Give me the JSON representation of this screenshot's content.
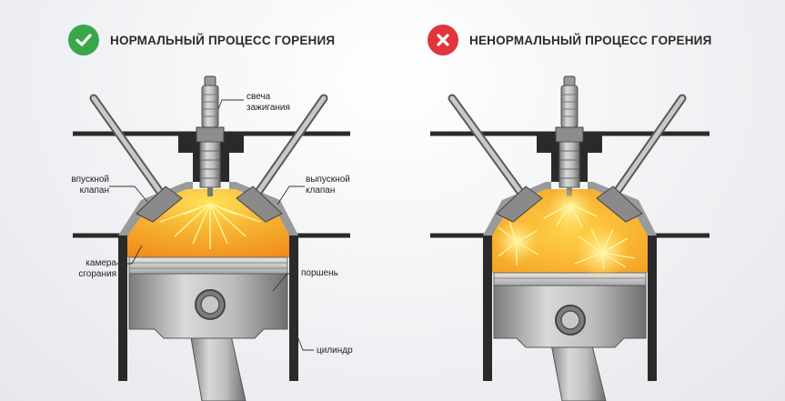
{
  "normal": {
    "title": "НОРМАЛЬНЫЙ ПРОЦЕСС ГОРЕНИЯ",
    "status_icon": "check-icon",
    "status_color": "#3aa64a"
  },
  "abnormal": {
    "title": "НЕНОРМАЛЬНЫЙ ПРОЦЕСС ГОРЕНИЯ",
    "status_icon": "cross-icon",
    "status_color": "#e0353b"
  },
  "labels": {
    "spark_plug": "свеча\nзажигания",
    "intake_valve": "впускной\nклапан",
    "exhaust_valve": "выпускной\nклапан",
    "combustion_chamber": "камера\nсгорания",
    "piston": "поршень",
    "cylinder": "цилиндр"
  },
  "colors": {
    "flame_core": "#ffd84a",
    "flame_outer": "#f39a1e",
    "metal_dark": "#2a2a2a",
    "metal_mid": "#8e8e8e",
    "metal_light": "#d7d7d7"
  }
}
